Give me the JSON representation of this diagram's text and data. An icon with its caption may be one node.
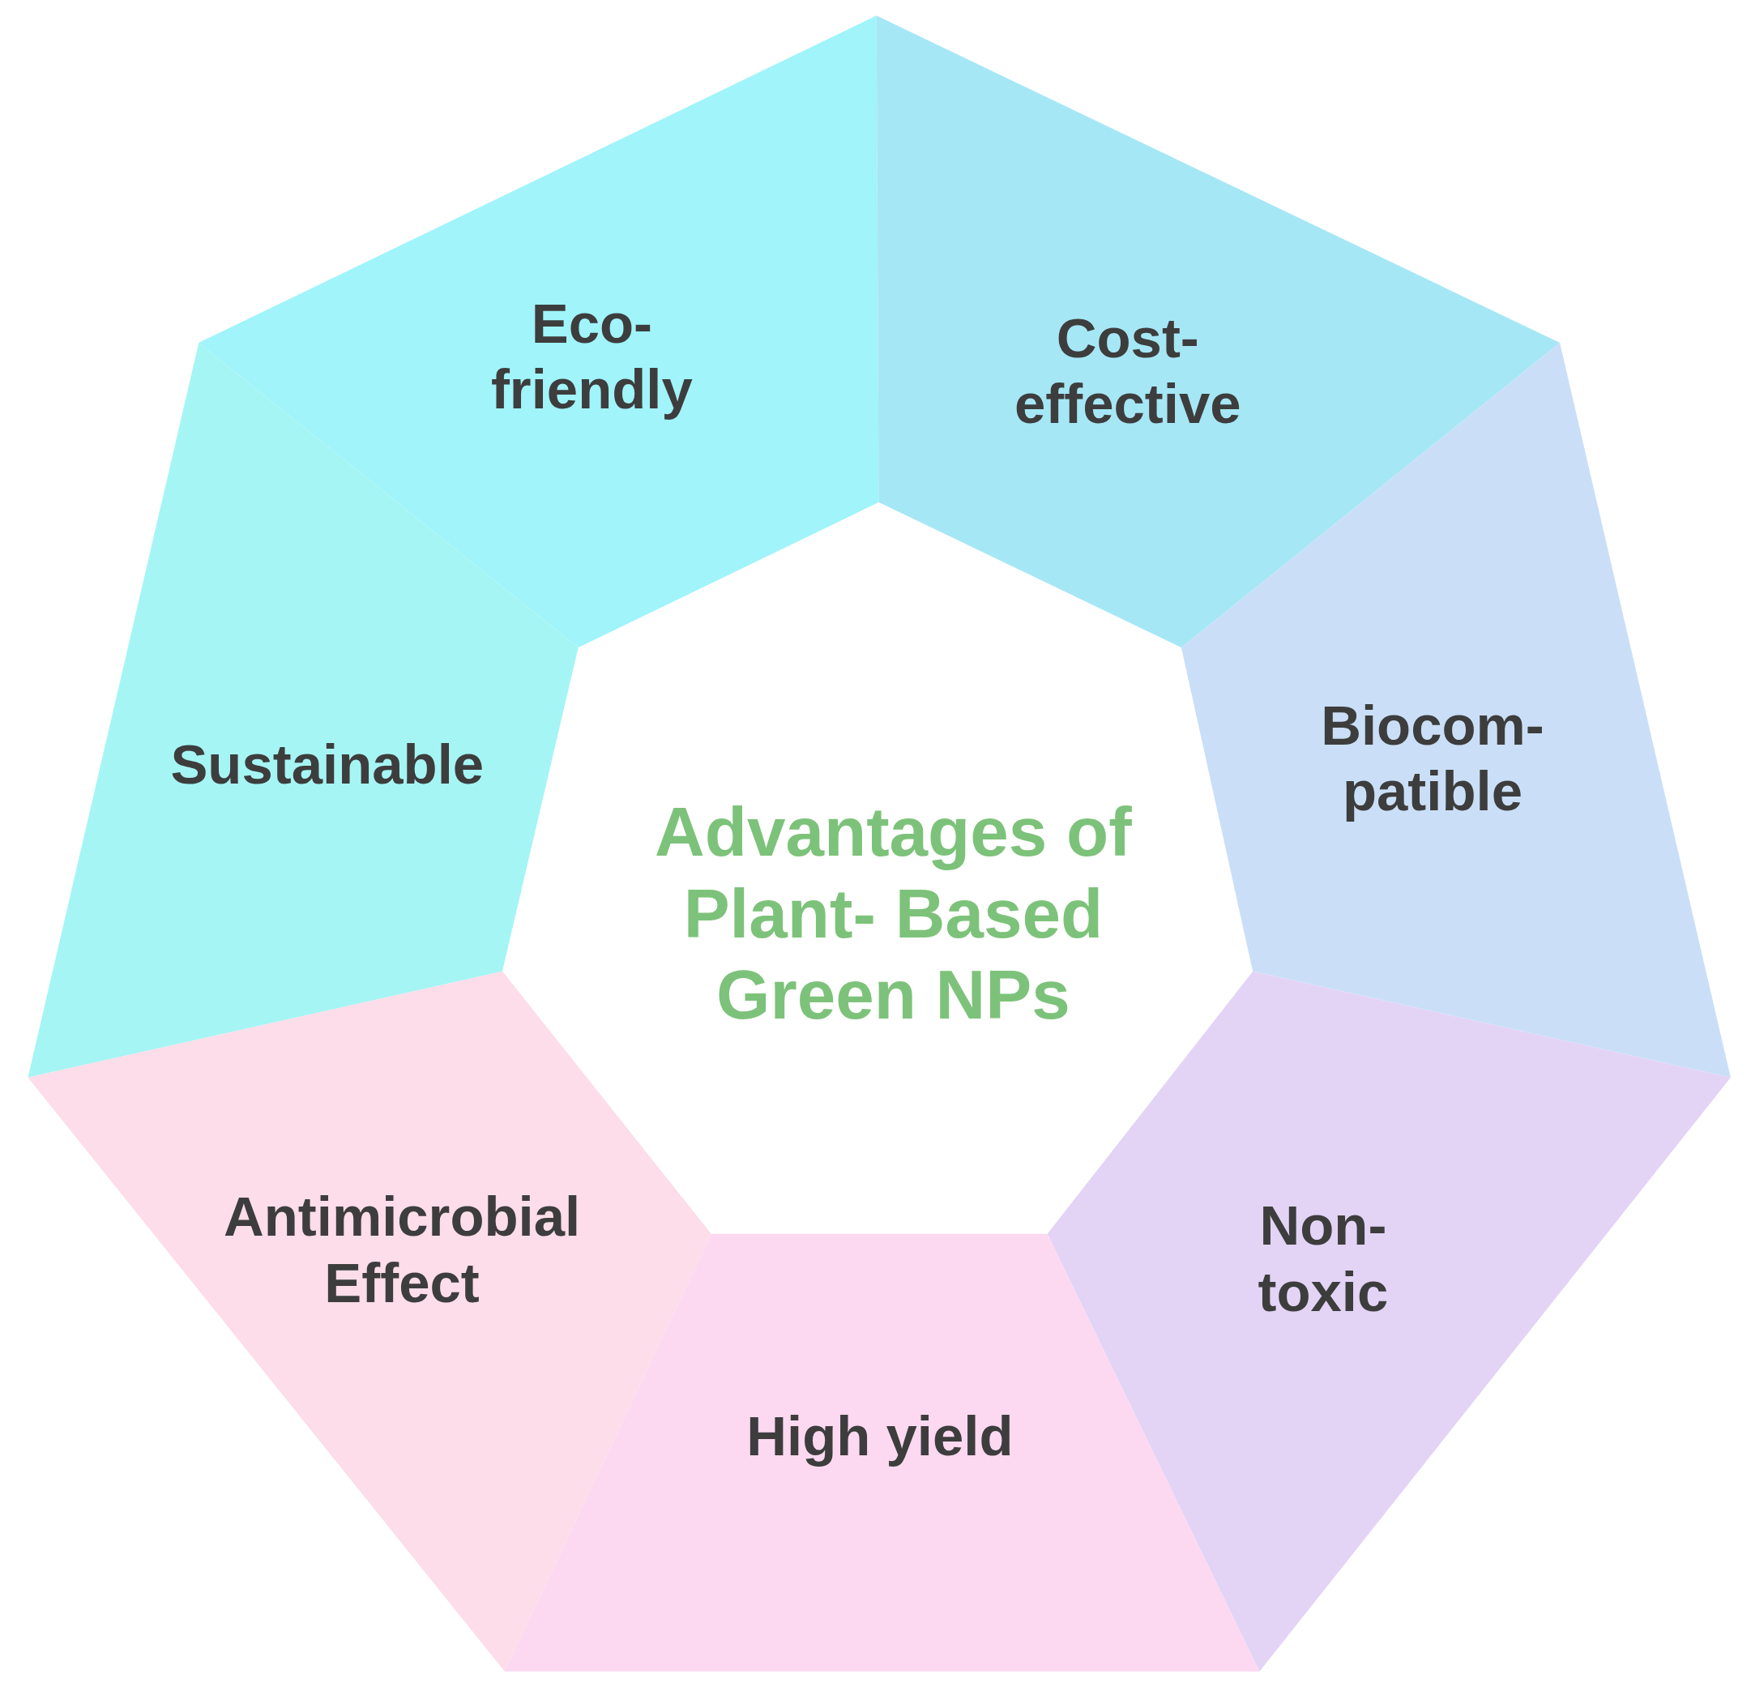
{
  "diagram": {
    "nodes": [
      {
        "text": [
          "Eco- friendly"
        ]
      },
      {
        "text": [
          "Cost- effective"
        ]
      },
      {
        "text": [
          "Sustainable"
        ]
      },
      {
        "text": [
          "Advantages of Plant- Based Green NPs"
        ]
      },
      {
        "text": [
          "Biocom- patible"
        ]
      },
      {
        "text": [
          "Antimicrobial Effect"
        ]
      },
      {
        "text": [
          "Non- toxic"
        ]
      },
      {
        "text": [
          "High yield"
        ]
      }
    ],
    "edges": []
  }
}
